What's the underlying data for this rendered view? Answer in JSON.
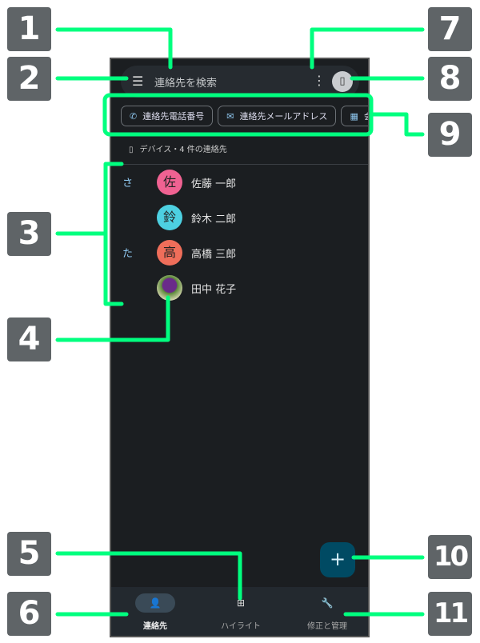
{
  "search": {
    "placeholder": "連絡先を検索",
    "menu_icon": "☰",
    "more_icon": "⋮",
    "account_icon": "▯"
  },
  "chips": [
    {
      "icon": "✆",
      "label": "連絡先電話番号"
    },
    {
      "icon": "✉",
      "label": "連絡先メールアドレス"
    },
    {
      "icon": "▦",
      "label": "会"
    }
  ],
  "count": {
    "icon": "▯",
    "label": "デバイス・4 件の連絡先"
  },
  "contacts": [
    {
      "letter": "さ",
      "avatar": "佐",
      "name": "佐藤 一郎",
      "color": "#f06292"
    },
    {
      "letter": "",
      "avatar": "鈴",
      "name": "鈴木 二郎",
      "color": "#4dd0e1"
    },
    {
      "letter": "た",
      "avatar": "高",
      "name": "高橋 三郎",
      "color": "#ef6e5a"
    },
    {
      "letter": "",
      "avatar": "",
      "name": "田中 花子",
      "color": "#6b8f3c"
    }
  ],
  "fab": {
    "icon": "+"
  },
  "nav": [
    {
      "icon": "👤",
      "label": "連絡先"
    },
    {
      "icon": "⊞",
      "label": "ハイライト"
    },
    {
      "icon": "🔧",
      "label": "修正と管理"
    }
  ],
  "callouts": [
    "1",
    "2",
    "3",
    "4",
    "5",
    "6",
    "7",
    "8",
    "9",
    "10",
    "11"
  ],
  "accent": "#00ff7f"
}
